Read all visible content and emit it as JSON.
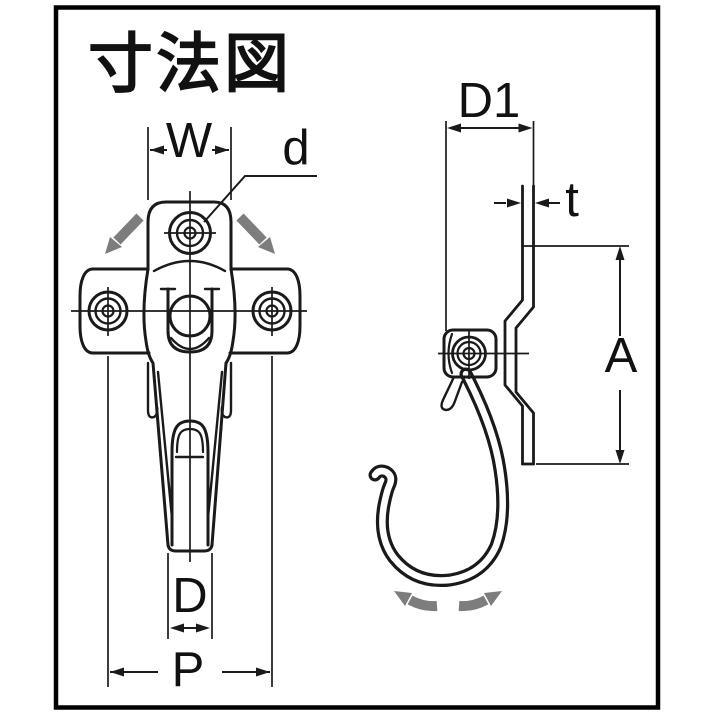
{
  "title": "寸法図",
  "colors": {
    "line": "#1a1a1a",
    "gray_arrow": "#7d7d7d",
    "background": "#ffffff",
    "frame": "#000000"
  },
  "front_view": {
    "labels": {
      "W": "W",
      "d": "d",
      "D": "D",
      "P": "P"
    }
  },
  "side_view": {
    "labels": {
      "D1": "D1",
      "t": "t",
      "A": "A"
    }
  }
}
